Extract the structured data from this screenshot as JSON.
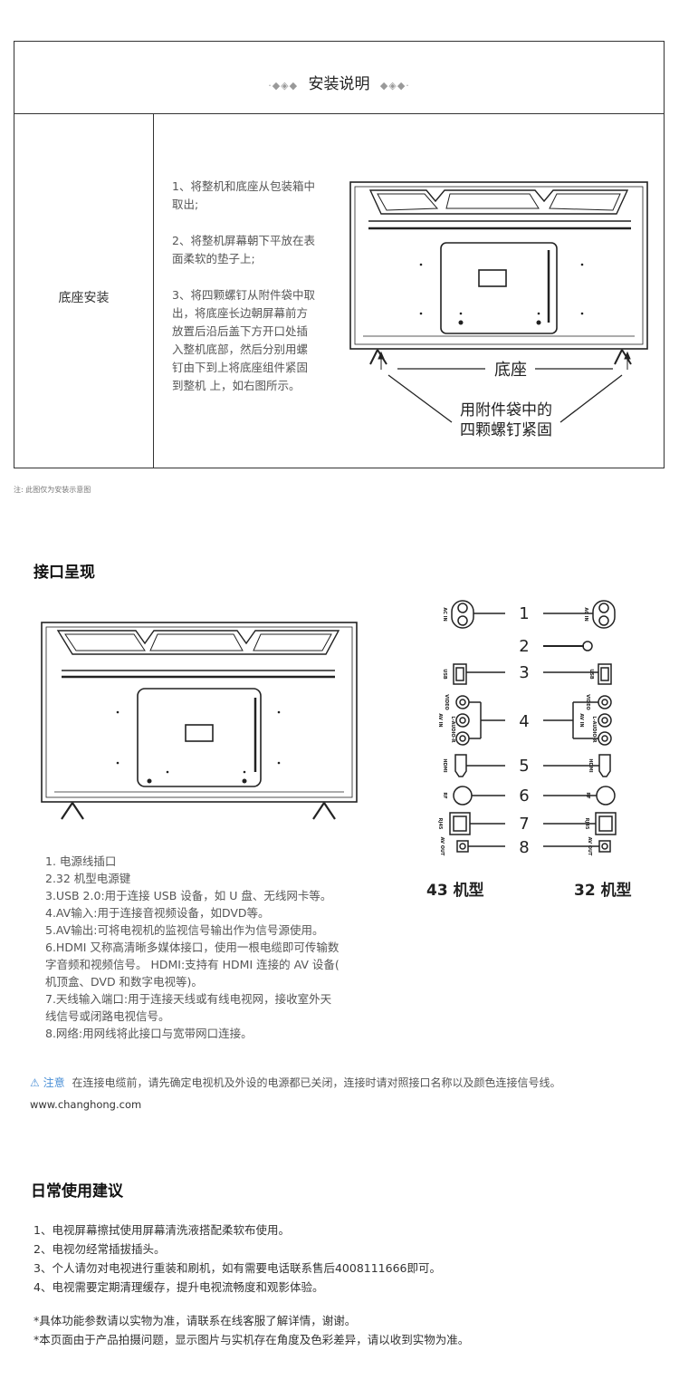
{
  "install": {
    "title": "安装说明",
    "deco_left": "·◆◈◆",
    "deco_right": "◆◈◆·",
    "row_label": "底座安装",
    "steps": [
      "1、将整机和底座从包装箱中取出;",
      "2、将整机屏幕朝下平放在表面柔软的垫子上;",
      "3、将四颗螺钉从附件袋中取出，将底座长边朝屏幕前方放置后沿后盖下方开口处插入整机底部，然后分别用螺钉由下到上将底座组件紧固到整机  上，如右图所示。"
    ],
    "diagram_label_base": "底座",
    "diagram_label_screw_1": "用附件袋中的",
    "diagram_label_screw_2": "四颗螺钉紧固",
    "footnote": "注: 此图仅为安装示意图"
  },
  "interface": {
    "title": "接口呈现",
    "numbers": [
      "1",
      "2",
      "3",
      "4",
      "5",
      "6",
      "7",
      "8"
    ],
    "port_labels": {
      "ac_in": "AC IN",
      "usb": "USB",
      "av_in": "AV IN",
      "video": "VIDEO",
      "l_audio_r": "L-AUDIO-R",
      "hdmi": "HDMI",
      "rf": "RF",
      "rj45": "RJ45",
      "av_out": "AV OUT"
    },
    "list": [
      "1. 电源线插口",
      "2.32 机型电源键",
      "3.USB 2.0:用于连接 USB 设备，如 U 盘、无线网卡等。",
      "4.AV输入:用于连接音视频设备，如DVD等。",
      "5.AV输出:可将电视机的监视信号输出作为信号源使用。",
      "6.HDMI 又称高清晰多媒体接口，使用一根电缆即可传输数",
      "字音频和视频信号。 HDMI:支持有 HDMI 连接的 AV 设备(",
      "机顶盒、DVD 和数字电视等)。",
      "7.天线输入端口:用于连接天线或有线电视网，接收室外天",
      "线信号或闭路电视信号。",
      "8.网络:用网线将此接口与宽带网口连接。"
    ],
    "model_43": "43 机型",
    "model_32": "32 机型",
    "warning_label": "注意",
    "warning_text": "在连接电缆前，请先确定电视机及外设的电源都已关闭，连接时请对照接口名称以及颜色连接信号线。",
    "website": "www.changhong.com"
  },
  "daily": {
    "title": "日常使用建议",
    "items": [
      "1、电视屏幕擦拭使用屏幕清洗液搭配柔软布使用。",
      "2、电视勿经常插拔插头。",
      "3、个人请勿对电视进行重装和刷机，如有需要电话联系售后4008111666即可。",
      "4、电视需要定期清理缓存，提升电视流畅度和观影体验。"
    ],
    "notes": [
      "*具体功能参数请以实物为准，请联系在线客服了解详情，谢谢。",
      "*本页面由于产品拍摄问题，显示图片与实机存在角度及色彩差异，请以收到实物为准。"
    ]
  }
}
